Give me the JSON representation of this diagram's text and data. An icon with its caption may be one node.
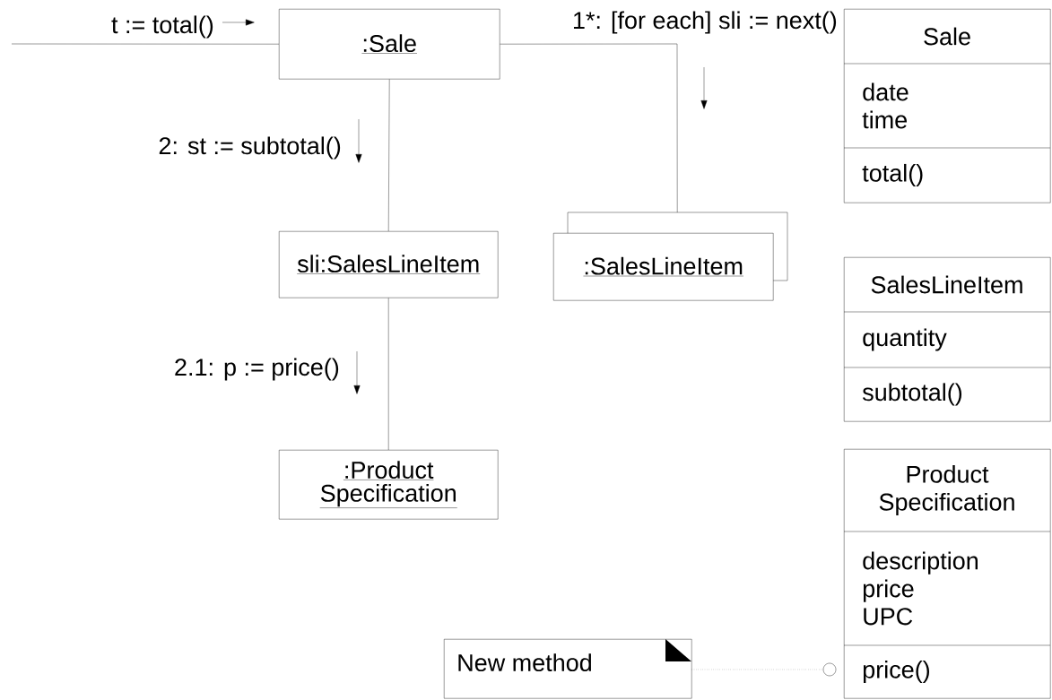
{
  "diagram": {
    "nodes": [
      {
        "text": [
          ":Sale"
        ]
      },
      {
        "text": [
          "sli:SalesLineItem"
        ]
      },
      {
        "text": [
          ":SalesLineItem"
        ]
      },
      {
        "text": [
          ":Product Specification"
        ]
      },
      {
        "text": [
          "Sale",
          "date time",
          "total()"
        ]
      },
      {
        "text": [
          "SalesLineItem",
          "quantity",
          "subtotal()"
        ]
      },
      {
        "text": [
          "Product Specification",
          "description price UPC",
          "price()"
        ]
      },
      {
        "text": [
          "New method"
        ]
      }
    ],
    "edges": [
      {
        "from": null,
        "to": 0,
        "arrow": "none",
        "label": "t := total()"
      },
      {
        "from": 0,
        "to": 2,
        "arrow": "none",
        "label": "1*: [for each] sli := next()"
      },
      {
        "from": 0,
        "to": 1,
        "arrow": "none",
        "label": "2: st := subtotal()"
      },
      {
        "from": 1,
        "to": 3,
        "arrow": "none",
        "label": "2.1: p := price()"
      },
      {
        "from": 7,
        "to": 6,
        "arrow": "other",
        "style": "dashed"
      }
    ]
  }
}
